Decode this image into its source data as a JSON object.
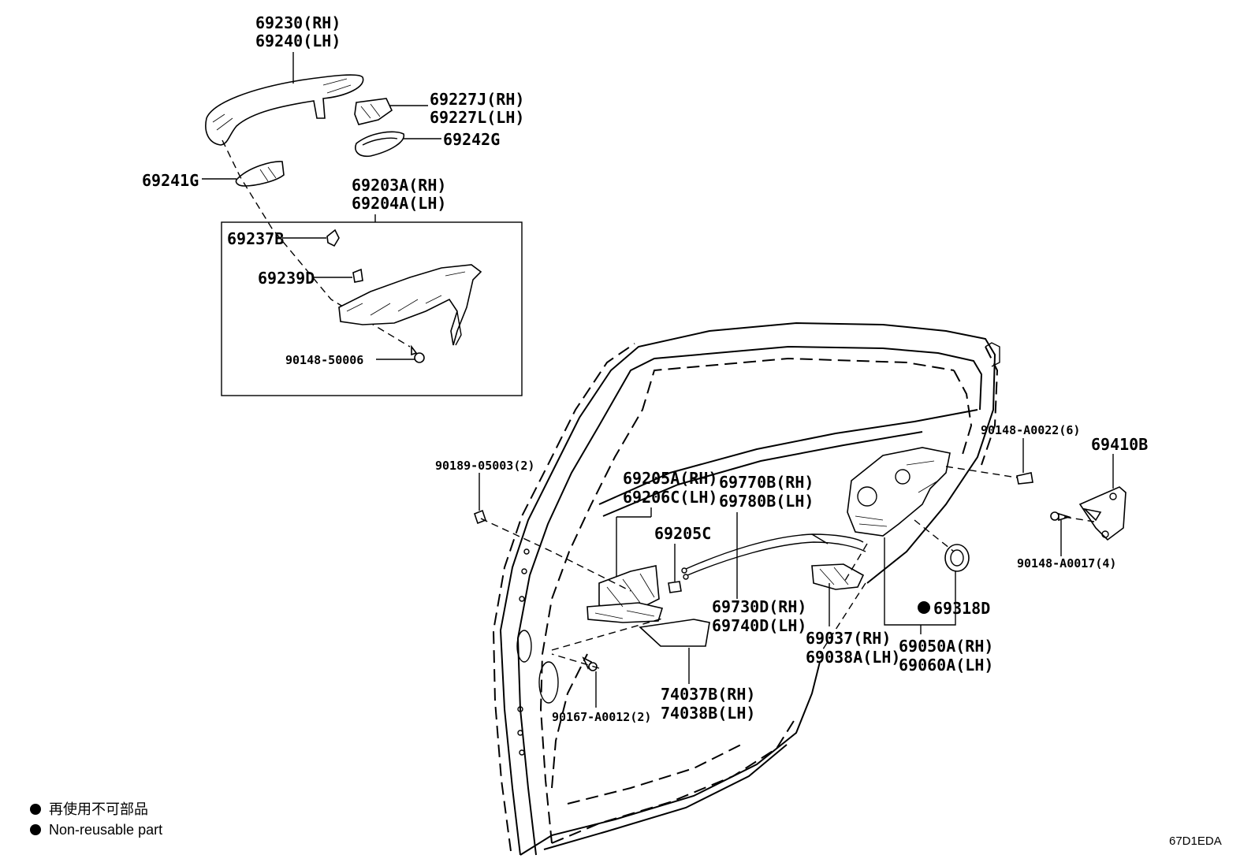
{
  "labels": {
    "p69230": "69230(RH)",
    "p69240": "69240(LH)",
    "p69227J": "69227J(RH)",
    "p69227L": "69227L(LH)",
    "p69242G": "69242G",
    "p69241G": "69241G",
    "p69203A": "69203A(RH)",
    "p69204A": "69204A(LH)",
    "p69237B": "69237B",
    "p69239D": "69239D",
    "p90148_50006": "90148-50006",
    "p90189": "90189-05003(2)",
    "p69205A": "69205A(RH)",
    "p69206C": "69206C(LH)",
    "p69770B": "69770B(RH)",
    "p69780B": "69780B(LH)",
    "p69205C": "69205C",
    "p69730D": "69730D(RH)",
    "p69740D": "69740D(LH)",
    "p69037": "69037(RH)",
    "p69038A": "69038A(LH)",
    "p69050A": "69050A(RH)",
    "p69060A": "69060A(LH)",
    "p69318D": "69318D",
    "p90148_A0022": "90148-A0022(6)",
    "p69410B": "69410B",
    "p90148_A0017": "90148-A0017(4)",
    "p74037B": "74037B(RH)",
    "p74038B": "74038B(LH)",
    "p90167": "90167-A0012(2)"
  },
  "legend": {
    "line1": "再使用不可部品",
    "line2": "Non-reusable part"
  },
  "diagram_code": "67D1EDA"
}
